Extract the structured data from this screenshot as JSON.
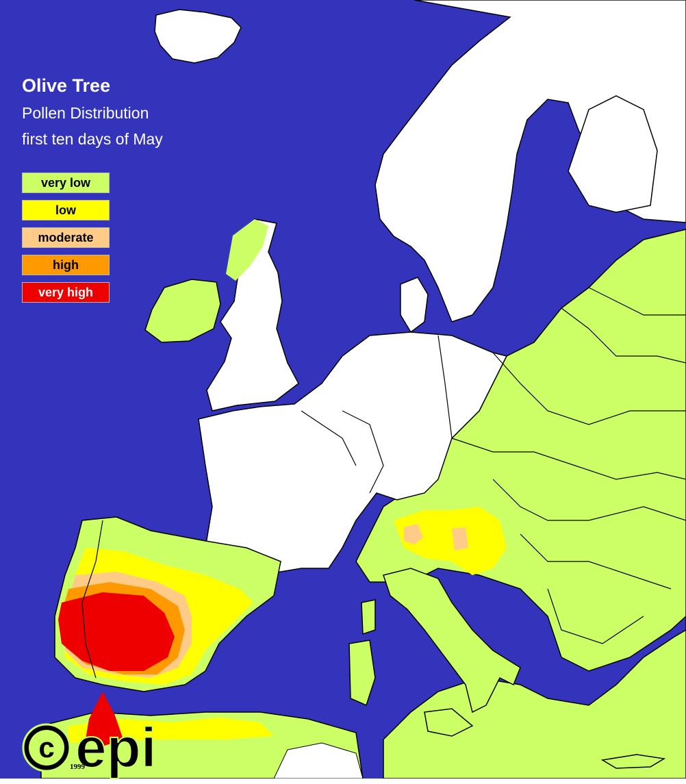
{
  "title": "Olive Tree",
  "subtitle_line1": "Pollen Distribution",
  "subtitle_line2": "first ten days of May",
  "legend": [
    {
      "label": "very low",
      "color": "#ccff66"
    },
    {
      "label": "low",
      "color": "#ffff00"
    },
    {
      "label": "moderate",
      "color": "#ffcc88"
    },
    {
      "label": "high",
      "color": "#ff9900"
    },
    {
      "label": "very high",
      "color": "#ee0000"
    }
  ],
  "colors": {
    "sea": "#3333bb",
    "no_data_land": "#ffffff",
    "border": "#000000"
  },
  "logo": {
    "mark": "©epi",
    "year": "1999"
  }
}
